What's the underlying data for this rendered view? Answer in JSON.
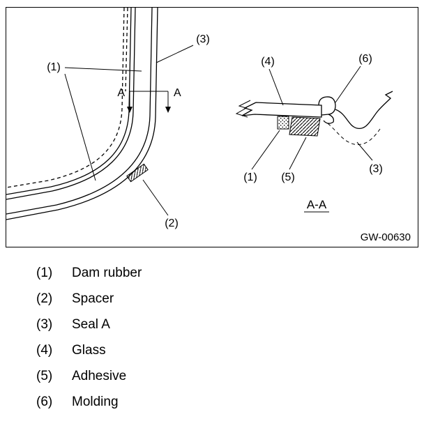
{
  "figure": {
    "code": "GW-00630",
    "section_title": "A-A",
    "section_marker_left": "A",
    "section_marker_right": "A",
    "left_view": {
      "c1": "(1)",
      "c2": "(2)",
      "c3": "(3)"
    },
    "section_view": {
      "c1": "(1)",
      "c3": "(3)",
      "c4": "(4)",
      "c5": "(5)",
      "c6": "(6)"
    }
  },
  "legend": {
    "items": [
      {
        "num": "(1)",
        "label": "Dam rubber"
      },
      {
        "num": "(2)",
        "label": "Spacer"
      },
      {
        "num": "(3)",
        "label": "Seal A"
      },
      {
        "num": "(4)",
        "label": "Glass"
      },
      {
        "num": "(5)",
        "label": "Adhesive"
      },
      {
        "num": "(6)",
        "label": "Molding"
      }
    ]
  }
}
